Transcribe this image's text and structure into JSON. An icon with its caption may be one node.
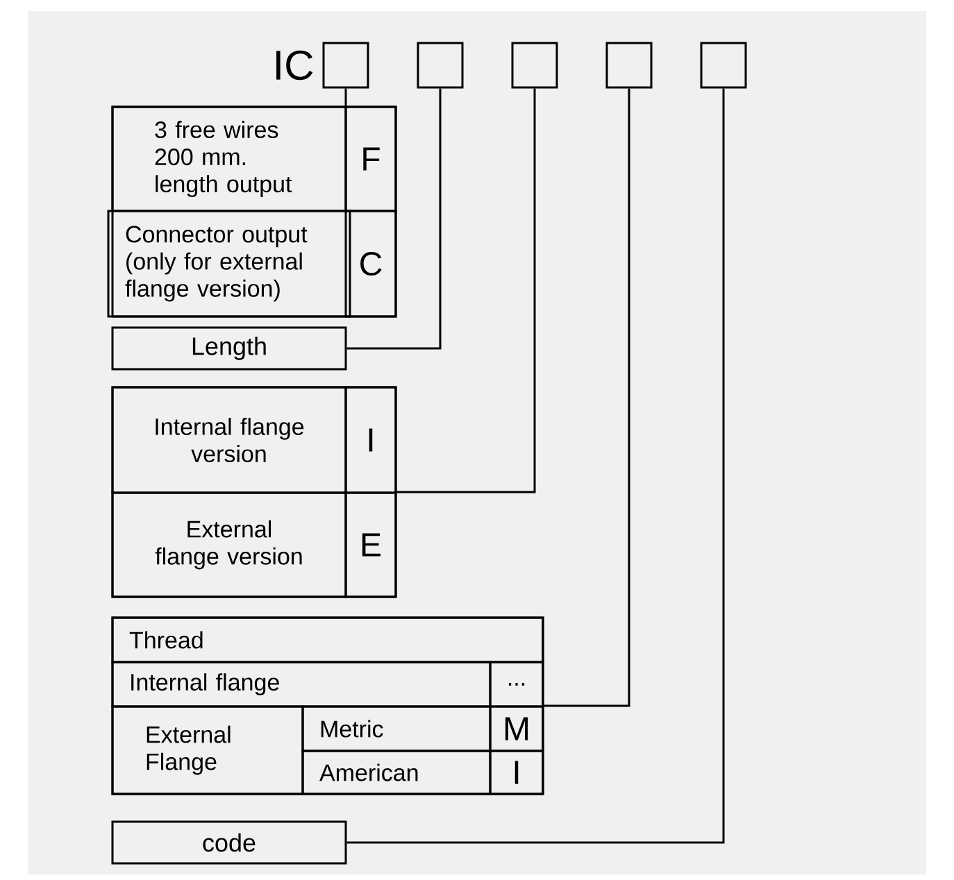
{
  "diagram": {
    "nodes": [
      {
        "text": [],
        "shape": "box"
      },
      {
        "text": [],
        "shape": "box"
      },
      {
        "text": [],
        "shape": "box"
      },
      {
        "text": [],
        "shape": "box"
      },
      {
        "text": [],
        "shape": "box"
      },
      {
        "text": [],
        "shape": "box"
      },
      {
        "text": [
          "3 free wires 200 mm. length output"
        ],
        "in": 5
      },
      {
        "text": [
          "F"
        ],
        "in": 5
      },
      {
        "text": [
          "Connector output (only for external flange version)"
        ],
        "in": 5
      },
      {
        "text": [
          "C"
        ],
        "in": 5
      },
      {
        "text": [
          "Length"
        ]
      },
      {
        "text": [],
        "shape": "box"
      },
      {
        "text": [
          "Internal flange version"
        ],
        "in": 11
      },
      {
        "text": [
          "I"
        ],
        "in": 11
      },
      {
        "text": [
          "External flange version"
        ],
        "in": 11
      },
      {
        "text": [
          "E"
        ],
        "in": 11
      },
      {
        "text": [],
        "shape": "box"
      },
      {
        "text": [
          "Thread"
        ],
        "in": 16
      },
      {
        "text": [
          "Internal flange"
        ],
        "in": 16
      },
      {
        "text": [
          "..."
        ],
        "in": 16
      },
      {
        "text": [
          "External Flange"
        ],
        "in": 16
      },
      {
        "text": [
          "Metric"
        ],
        "in": 16
      },
      {
        "text": [
          "M"
        ],
        "in": 16
      },
      {
        "text": [
          "American"
        ],
        "in": 16
      },
      {
        "text": [
          "I"
        ],
        "in": 16
      },
      {
        "text": [
          "code"
        ]
      }
    ],
    "edges": [
      {
        "from": 0,
        "to": 5,
        "arrow": "none"
      },
      {
        "from": 1,
        "to": 10,
        "arrow": "none"
      },
      {
        "from": 2,
        "to": 11,
        "arrow": "none"
      },
      {
        "from": 3,
        "to": 16,
        "arrow": "none"
      },
      {
        "from": 4,
        "to": 25,
        "arrow": "none"
      }
    ],
    "labels": [
      "IC"
    ]
  }
}
